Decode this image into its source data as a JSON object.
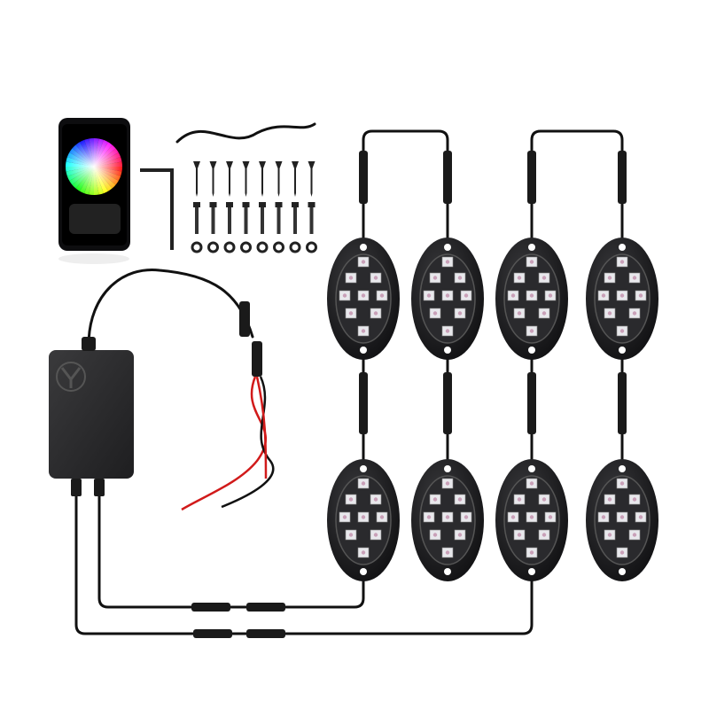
{
  "scene": {
    "subject": "",
    "pod_count": 8,
    "led_chips_per_pod": 9,
    "screw_count": 8,
    "bolt_count": 8,
    "washer_count": 8
  },
  "colors": {
    "background": "#ffffff",
    "pod_body": "#1c1c1e",
    "pod_lens": "#2a2a2d",
    "led_chip": "#e8e8ec",
    "cable": "#111111",
    "red_wire": "#d11a1a",
    "control_box": "#2b2b2d"
  },
  "icons": {
    "phone": "smartphone-app-icon",
    "color_wheel": "color-wheel-icon",
    "logo": "brand-logo-icon",
    "hex_key": "allen-key-icon"
  }
}
